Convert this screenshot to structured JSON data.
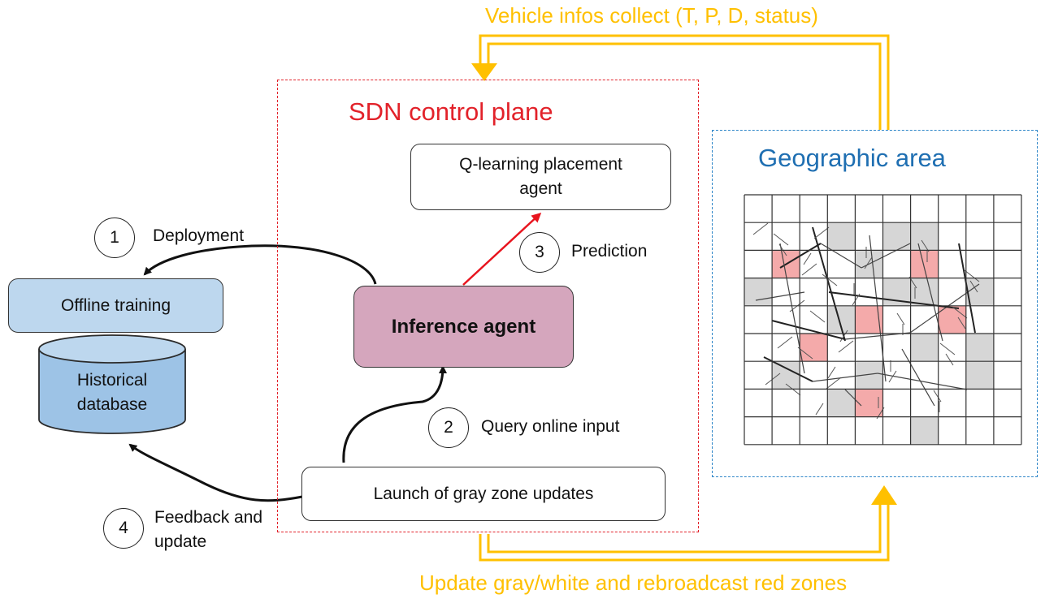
{
  "top_label": "Vehicle infos collect (T, P, D, status)",
  "bottom_label": "Update gray/white and rebroadcast red zones",
  "sdn_title": "SDN control plane",
  "geo_title": "Geographic area",
  "q_agent": "Q-learning placement agent",
  "inference_agent": "Inference agent",
  "offline_training": "Offline training",
  "database": "Historical database",
  "launch_box": "Launch of gray zone updates",
  "steps": [
    {
      "num": "1",
      "label": "Deployment"
    },
    {
      "num": "2",
      "label": "Query online input"
    },
    {
      "num": "3",
      "label": "Prediction"
    },
    {
      "num": "4",
      "label": "Feedback and update"
    }
  ],
  "colors": {
    "accent_yellow": "#ffc000",
    "red_dashed": "#e2222a",
    "blue_dashed": "#2e86c8",
    "inference_fill": "#d5a6bd",
    "training_fill": "#bdd7ee",
    "database_fill": "#9dc3e6",
    "red_zone": "#f4aaaa",
    "gray_zone": "#d6d6d6"
  }
}
